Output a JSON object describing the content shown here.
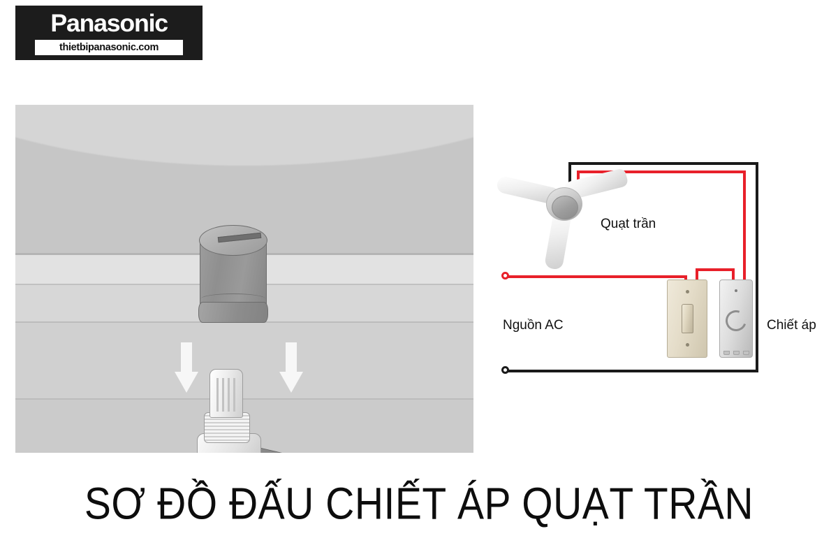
{
  "brand": {
    "wordmark": "Panasonic",
    "url": "thietbipanasonic.com"
  },
  "illustration": {
    "alt_description": "Potentiometer with knob being fitted",
    "knob_icon": "rotary-knob-icon",
    "arrow_icon": "down-arrow-icon"
  },
  "diagram": {
    "fan_label": "Quạt trần",
    "source_label": "Nguồn AC",
    "pot_label": "Chiết áp",
    "fan_icon": "ceiling-fan-icon",
    "switch_icon": "toggle-switch-icon",
    "dimmer_icon": "rotary-dimmer-icon",
    "colors": {
      "live_wire": "#e8202a",
      "neutral_wire": "#1a1a1a"
    }
  },
  "title": "SƠ ĐỒ ĐẤU CHIẾT ÁP QUẠT TRẦN"
}
